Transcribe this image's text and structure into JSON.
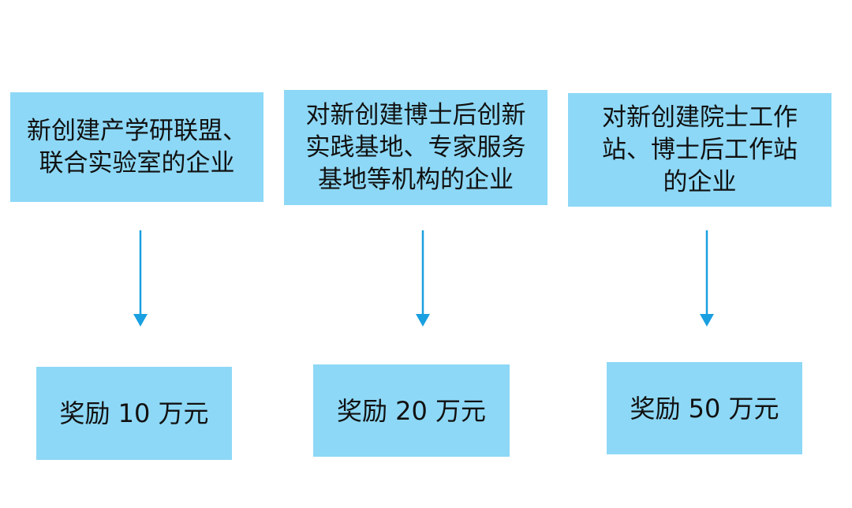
{
  "colors": {
    "box_fill": "#8dd8f6",
    "arrow": "#1a9fe0",
    "text": "#111111"
  },
  "conditions": [
    {
      "lines": [
        "新创建产学研联盟、",
        "联合实验室的企业"
      ]
    },
    {
      "lines": [
        "对新创建博士后创新",
        "实践基地、专家服务",
        "基地等机构的企业"
      ]
    },
    {
      "lines": [
        "对新创建院士工作",
        "站、博士后工作站",
        "的企业"
      ]
    }
  ],
  "rewards": [
    {
      "label": "奖励 10 万元"
    },
    {
      "label": "奖励 20 万元"
    },
    {
      "label": "奖励 50 万元"
    }
  ]
}
